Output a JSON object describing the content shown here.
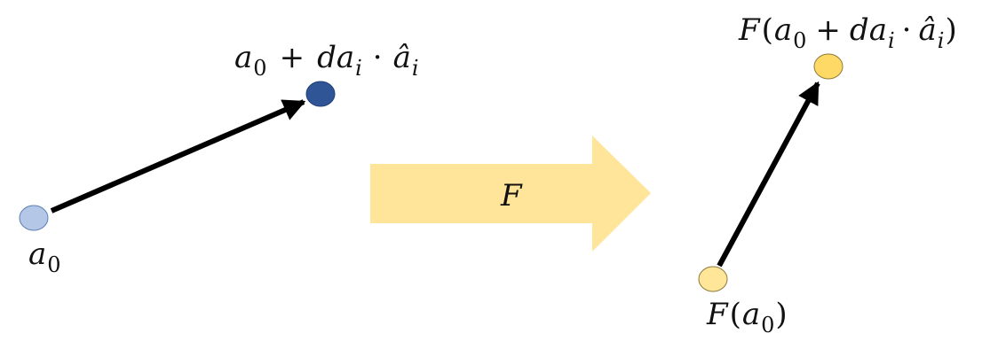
{
  "diagram": {
    "labels": {
      "start_point": {
        "base": "a",
        "subscript": "0"
      },
      "end_point": {
        "base": "a",
        "subscript": "0",
        "plus": "+",
        "d": "d",
        "a": "a",
        "a_subscript": "i",
        "dot": "·",
        "hat_a": "â",
        "hat_subscript": "i"
      },
      "mapping": {
        "symbol": "F"
      },
      "mapped_start": {
        "func": "F",
        "open": "(",
        "base": "a",
        "subscript": "0",
        "close": ")"
      },
      "mapped_end": {
        "func": "F",
        "open": "(",
        "base": "a",
        "subscript": "0",
        "plus": "+",
        "d": "d",
        "a": "a",
        "a_subscript": "i",
        "dot": "·",
        "hat_a": "â",
        "hat_subscript": "i",
        "close": ")"
      }
    },
    "colors": {
      "start_point_fill": "#b4c7e7",
      "start_point_stroke": "#5b7fb5",
      "end_point_fill": "#2f5597",
      "end_point_stroke": "#1f3f75",
      "mapped_point_fill": "#ffd966",
      "mapped_point_stroke": "#8c7a3a",
      "mapped_start_fill": "#ffe699",
      "mapping_arrow_fill": "#fee599",
      "vector_stroke": "#000000"
    }
  }
}
